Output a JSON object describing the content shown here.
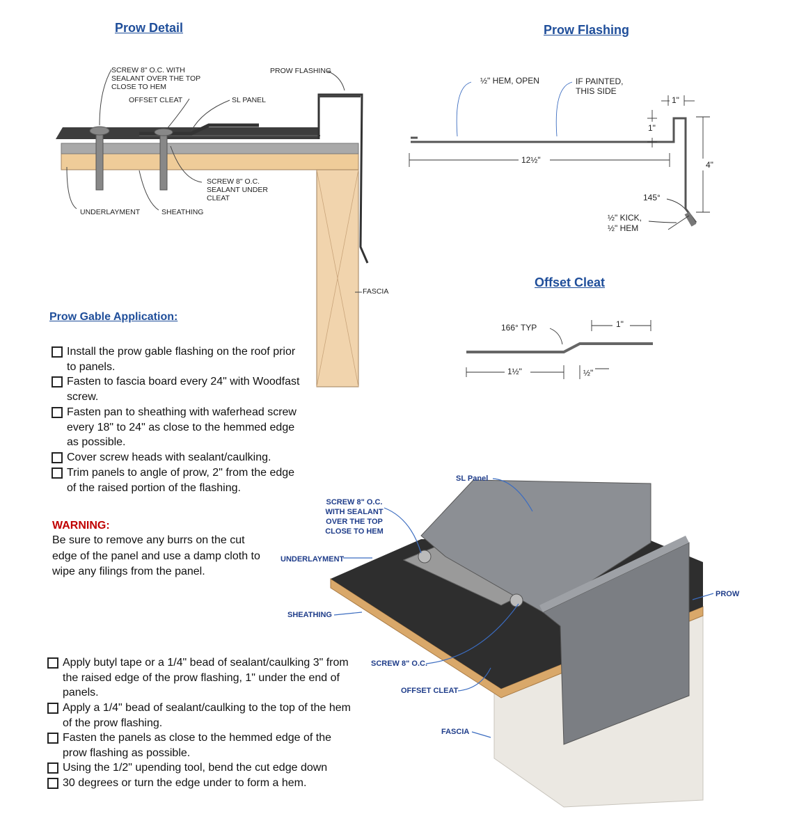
{
  "headings": {
    "prow_detail": "Prow Detail",
    "prow_flashing": "Prow Flashing",
    "offset_cleat": "Offset Cleat",
    "application": "Prow Gable Application:"
  },
  "prow_detail_labels": {
    "screw_top": "SCREW 8\" O.C. WITH\nSEALANT OVER THE TOP\nCLOSE TO HEM",
    "offset_cleat": "OFFSET CLEAT",
    "sl_panel": "SL PANEL",
    "prow_flashing": "PROW FLASHING",
    "screw_under": "SCREW 8\" O.C.\nSEALANT UNDER\nCLEAT",
    "underlayment": "UNDERLAYMENT",
    "sheathing": "SHEATHING",
    "fascia": "FASCIA"
  },
  "prow_flashing_labels": {
    "hem_open": "½\" HEM, OPEN",
    "if_painted": "IF PAINTED,\nTHIS SIDE",
    "length": "12½\"",
    "top_width": "1\"",
    "top_height": "1\"",
    "height": "4\"",
    "angle": "145°",
    "kick_hem": "½\" KICK,\n½\" HEM"
  },
  "offset_cleat_labels": {
    "angle": "166° TYP",
    "right_len": "1\"",
    "left_len": "1½\"",
    "offset": "½\""
  },
  "application_steps": [
    "Install the prow gable flashing on the roof prior to panels.",
    "Fasten to fascia board every 24\" with Woodfast screw.",
    "Fasten pan to sheathing with waferhead screw every 18\" to 24\" as close to the hemmed edge as possible.",
    "Cover screw heads with sealant/caulking.",
    "Trim panels to angle of prow, 2\" from the edge of the raised portion of the flashing."
  ],
  "warning": {
    "title": "WARNING:",
    "text": "Be sure to remove any burrs on the cut edge of the panel and use a damp cloth to wipe any filings from the panel."
  },
  "iso_labels": {
    "sl_panel": "SL Panel",
    "screw_top": "SCREW 8\" O.C.\nWITH SEALANT\nOVER THE TOP\nCLOSE TO HEM",
    "underlayment": "UNDERLAYMENT",
    "prow": "PROW",
    "sheathing": "SHEATHING",
    "screw": "SCREW 8\" O.C.",
    "offset_cleat": "OFFSET CLEAT",
    "fascia": "FASCIA"
  },
  "bottom_steps": [
    "Apply butyl tape or a 1/4\" bead of sealant/caulking 3\" from the raised edge of the prow flashing, 1\" under the end of panels.",
    "Apply a 1/4\" bead of sealant/caulking to the top of the hem of the prow flashing.",
    "Fasten the panels as close to the hemmed edge of the prow flashing as possible.",
    "Using the 1/2\" upending tool, bend the cut edge down",
    "30 degrees or turn the edge under to form a hem."
  ]
}
